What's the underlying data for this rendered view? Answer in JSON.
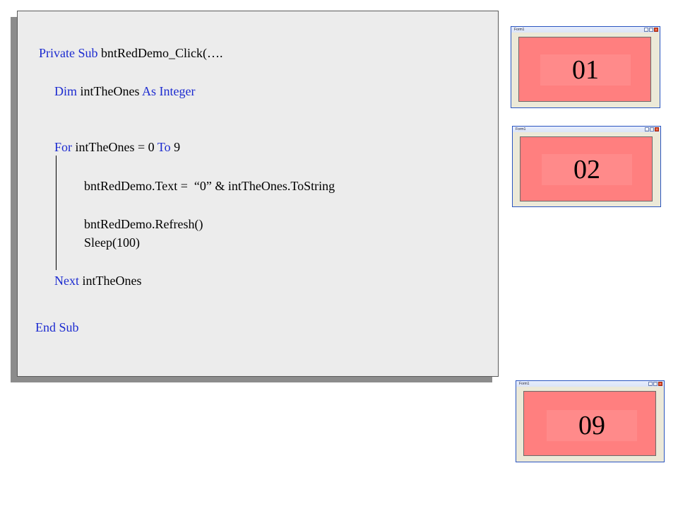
{
  "code": {
    "line1": {
      "kw": "Private Sub",
      "rest": " bntRedDemo_Click(…."
    },
    "line2": {
      "kw1": "Dim",
      "mid": " intTheOnes ",
      "kw2": "As Integer"
    },
    "line3": {
      "kw1": "For",
      "mid": " intTheOnes = 0 ",
      "kw2": "To",
      "end": " 9"
    },
    "line4": "bntRedDemo.Text =  “0” & intTheOnes.ToString",
    "line5": "bntRedDemo.Refresh()",
    "line6": "Sleep(100)",
    "line7": {
      "kw": "Next",
      "rest": " intTheOnes"
    },
    "line8": {
      "kw": "End Sub"
    }
  },
  "forms": [
    {
      "title": "Form1",
      "button_text": "01",
      "controls": [
        "_",
        "□",
        "×"
      ]
    },
    {
      "title": "Form1",
      "button_text": "02",
      "controls": [
        "_",
        "□",
        "×"
      ]
    },
    {
      "title": "Form1",
      "button_text": "09",
      "controls": [
        "_",
        "□",
        "×"
      ]
    }
  ],
  "colors": {
    "keyword": "#1c2bd0",
    "button_fill": "#ff7f7f",
    "window_border": "#2a55c0"
  }
}
